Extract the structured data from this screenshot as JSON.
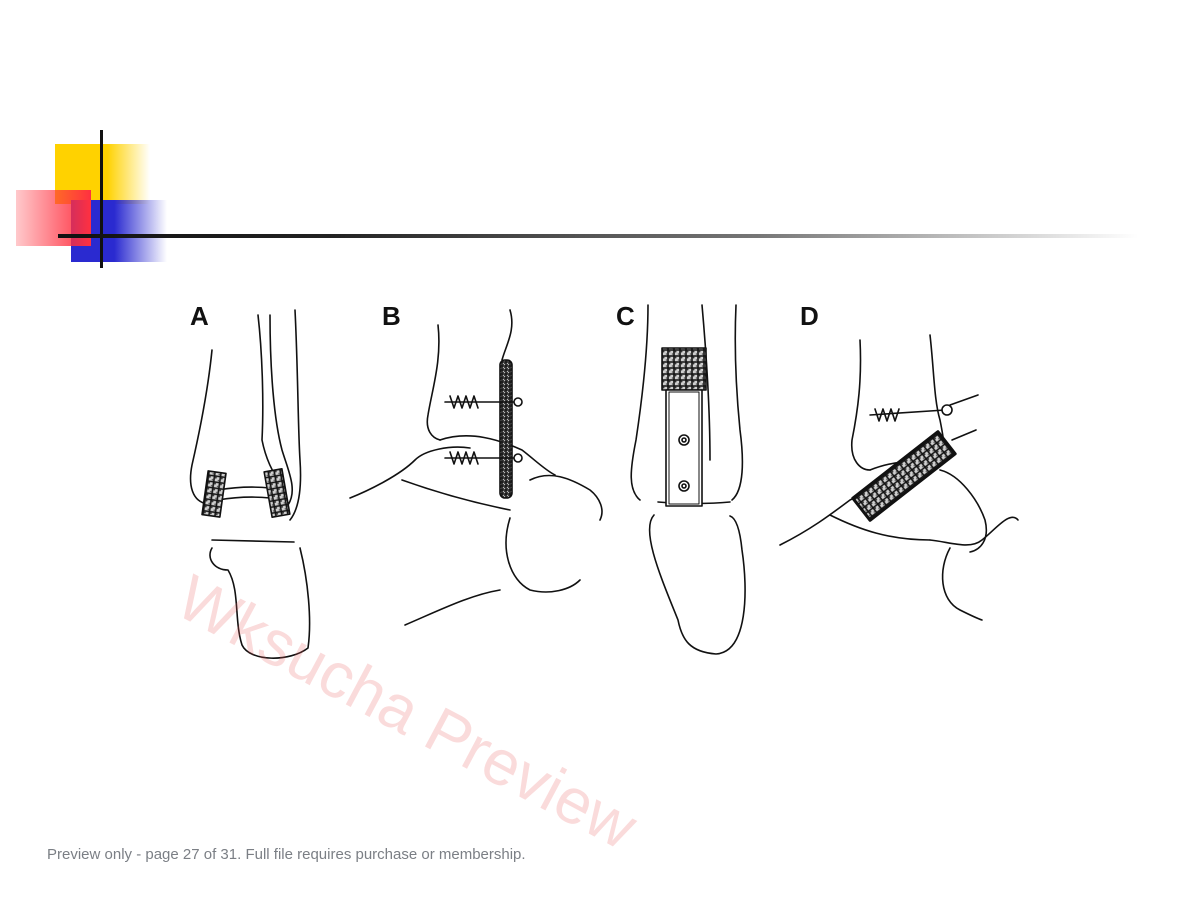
{
  "figure": {
    "panels": [
      {
        "label": "A",
        "icon": "ankle-bone-graft-icon"
      },
      {
        "label": "B",
        "icon": "ankle-plate-screw-icon"
      },
      {
        "label": "C",
        "icon": "ankle-anterior-plate-icon"
      },
      {
        "label": "D",
        "icon": "ankle-oblique-graft-icon"
      }
    ]
  },
  "watermark": {
    "text": "Wksucha Preview"
  },
  "footer": {
    "text": "Preview only - page 27 of 31. Full file requires purchase or membership."
  },
  "colors": {
    "yellow": "#ffd200",
    "blue": "#2a2ad0",
    "red": "#ff3040",
    "watermark": "#e65a5a",
    "footer": "#7b7f85"
  }
}
